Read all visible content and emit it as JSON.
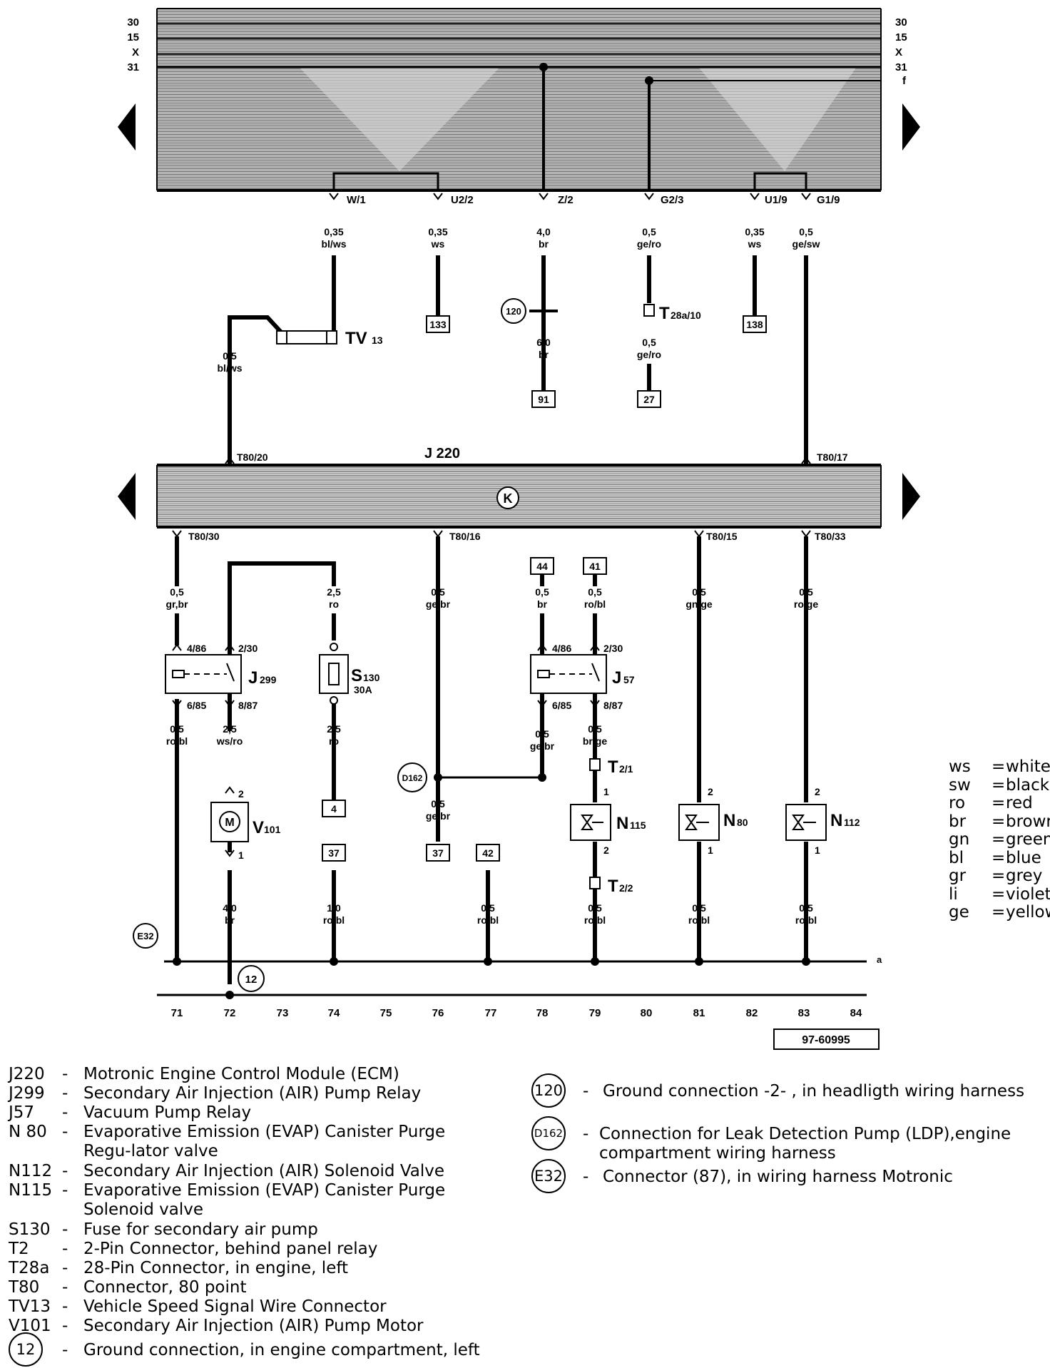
{
  "bus_labels": [
    "30",
    "15",
    "X",
    "31",
    "f"
  ],
  "upper_terminals": [
    "W/1",
    "U2/2",
    "Z/2",
    "G2/3",
    "U1/9",
    "G1/9"
  ],
  "upper_wires": [
    {
      "size": "0,35",
      "color": "bl/ws"
    },
    {
      "size": "0,35",
      "color": "ws"
    },
    {
      "size": "4,0",
      "color": "br"
    },
    {
      "size": "0,5",
      "color": "ge/ro"
    },
    {
      "size": "0,35",
      "color": "ws"
    },
    {
      "size": "0,5",
      "color": "ge/sw"
    }
  ],
  "upper_refs": [
    "133",
    "138",
    "91",
    "27"
  ],
  "lower_wires": {
    "w_2_6": {
      "size": "6,0",
      "color": "br"
    },
    "w_bl_ws": {
      "size": "0,5",
      "color": "bl/ws"
    },
    "w_ge_ro2": {
      "size": "0,5",
      "color": "ge/ro"
    }
  },
  "components": {
    "tv13": "TV",
    "tv13_sub": "13",
    "t28a": "T",
    "t28a_sub": "28a/10",
    "g120": "120",
    "j220": "J 220",
    "t80_20": "T80/20",
    "t80_17": "T80/17",
    "k_symbol": "K",
    "t80_30": "T80/30",
    "t80_16": "T80/16",
    "t80_15": "T80/15",
    "t80_33": "T80/33",
    "j299": "J",
    "j299_sub": "299",
    "j57": "J",
    "j57_sub": "57",
    "s130": "S",
    "s130_sub": "130",
    "s130_amp": "30A",
    "v101": "V",
    "v101_sub": "101",
    "n115": "N",
    "n115_sub": "115",
    "n80": "N",
    "n80_sub": "80",
    "n112": "N",
    "n112_sub": "112",
    "t2_1": "T",
    "t2_1_sub": "2/1",
    "t2_2": "T",
    "t2_2_sub": "2/2",
    "d162": "D162",
    "e32": "E32",
    "g12": "12",
    "motor_m": "M",
    "line_a": "a"
  },
  "relay_pins": {
    "p4_86": "4/86",
    "p2_30": "2/30",
    "p6_85": "6/85",
    "p8_87": "8/87"
  },
  "pin_numbers": {
    "p1": "1",
    "p2": "2"
  },
  "lower_wire_labels": [
    {
      "size": "0,5",
      "color": "gr,br"
    },
    {
      "size": "2,5",
      "color": "ro"
    },
    {
      "size": "0,5",
      "color": "ge/br"
    },
    {
      "size": "0,5",
      "color": "br"
    },
    {
      "size": "0,5",
      "color": "ro/bl"
    },
    {
      "size": "0,5",
      "color": "gn/ge"
    },
    {
      "size": "0,5",
      "color": "ro/ge"
    },
    {
      "size": "0,5",
      "color": "ro/bl"
    },
    {
      "size": "2,5",
      "color": "ws/ro"
    },
    {
      "size": "2,5",
      "color": "ro"
    },
    {
      "size": "0,5",
      "color": "ge/br"
    },
    {
      "size": "0,5",
      "color": "br/ge"
    },
    {
      "size": "0,5",
      "color": "ge/br"
    },
    {
      "size": "4,0",
      "color": "br"
    },
    {
      "size": "1,0",
      "color": "ro/bl"
    },
    {
      "size": "0,5",
      "color": "ro/bl"
    },
    {
      "size": "0,5",
      "color": "ro/bl"
    },
    {
      "size": "0,5",
      "color": "ro/bl"
    },
    {
      "size": "0,5",
      "color": "ro/bl"
    }
  ],
  "lower_refs": [
    "44",
    "41",
    "4",
    "37",
    "37",
    "42"
  ],
  "column_numbers": [
    "71",
    "72",
    "73",
    "74",
    "75",
    "76",
    "77",
    "78",
    "79",
    "80",
    "81",
    "82",
    "83",
    "84"
  ],
  "diagram_number": "97-60995",
  "color_key": [
    {
      "code": "ws",
      "name": "white"
    },
    {
      "code": "sw",
      "name": "black"
    },
    {
      "code": "ro",
      "name": "red"
    },
    {
      "code": "br",
      "name": "brown"
    },
    {
      "code": "gn",
      "name": "green"
    },
    {
      "code": "bl",
      "name": "blue"
    },
    {
      "code": "gr",
      "name": "grey"
    },
    {
      "code": "li",
      "name": "violet"
    },
    {
      "code": "ge",
      "name": "yellow"
    }
  ],
  "legend": [
    {
      "code": "J220",
      "desc": "Motronic Engine Control Module (ECM)"
    },
    {
      "code": "J299",
      "desc": "Secondary Air Injection (AIR) Pump Relay"
    },
    {
      "code": "J57",
      "desc": "Vacuum Pump Relay"
    },
    {
      "code": "N 80",
      "desc": "Evaporative Emission (EVAP) Canister Purge Regu-lator valve"
    },
    {
      "code": "N112",
      "desc": "Secondary Air Injection (AIR) Solenoid Valve"
    },
    {
      "code": "N115",
      "desc": "Evaporative Emission (EVAP) Canister Purge Solenoid valve"
    },
    {
      "code": "S130",
      "desc": "Fuse for secondary air pump"
    },
    {
      "code": "T2",
      "desc": "2-Pin Connector, behind panel relay"
    },
    {
      "code": "T28a",
      "desc": "28-Pin Connector, in engine, left"
    },
    {
      "code": "T80",
      "desc": "Connector, 80 point"
    },
    {
      "code": "TV13",
      "desc": "Vehicle Speed Signal Wire Connector"
    },
    {
      "code": "V101",
      "desc": "Secondary Air Injection (AIR) Pump Motor"
    }
  ],
  "ground_legend": {
    "badge": "12",
    "desc": "Ground  connection, in engine compartment, left"
  },
  "refs_legend": [
    {
      "badge": "120",
      "desc": "Ground  connection -2- , in headligth  wiring harness"
    },
    {
      "badge": "D162",
      "desc": "Connection for Leak Detection Pump (LDP),engine compartment wiring harness"
    },
    {
      "badge": "E32",
      "desc": "Connector (87), in wiring harness Motronic"
    }
  ],
  "dash": "-"
}
